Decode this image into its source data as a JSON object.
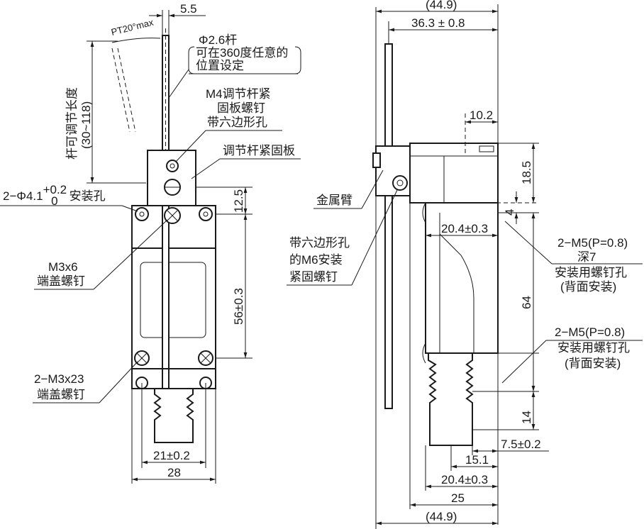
{
  "left_view": {
    "dim_top": "5.5",
    "angle_label": "PT20°max",
    "rod_note": [
      "Φ2.6杆",
      "可在360度任意的",
      "位置设定"
    ],
    "rod_length_label": [
      "杆可调节长度",
      "(30~118)"
    ],
    "m4_note": [
      "M4调节杆紧",
      "固板螺钉",
      "带六边形孔"
    ],
    "plate_note": "调节杆紧固板",
    "mount_hole": {
      "prefix": "2−Φ4.1",
      "sup": "+0.2",
      "sub": "0",
      "suffix": "安装孔"
    },
    "dim_12_5": "12.5",
    "cover_screw_1": [
      "M3x6",
      "端盖螺钉"
    ],
    "dim_56": "56±0.3",
    "cover_screw_2": [
      "2−M3x23",
      "端盖螺钉"
    ],
    "dim_21": "21±0.2",
    "dim_28": "28"
  },
  "right_view": {
    "dim_44_9_top": "(44.9)",
    "dim_36_3": "36.3 ± 0.8",
    "dim_10_2": "10.2",
    "dim_18_5": "18.5",
    "metal_arm": "金属臂",
    "dim_4": "4",
    "dim_20_4_mid": "20.4±0.3",
    "m6_note": [
      "带六边形孔",
      "的M6安装",
      "紧固螺钉"
    ],
    "m5_note_1": [
      "2−M5(P=0.8)",
      "深7",
      "安装用螺钉孔",
      "(背面安装)"
    ],
    "dim_64": "64",
    "m5_note_2": [
      "2−M5(P=0.8)",
      "安装用螺钉孔",
      "(背面安装)"
    ],
    "dim_14": "14",
    "dim_7_5": "7.5±0.2",
    "dim_15_1": "15.1",
    "dim_20_4_bottom": "20.4±0.3",
    "dim_25": "25",
    "dim_44_9_bottom": "(44.9)"
  }
}
